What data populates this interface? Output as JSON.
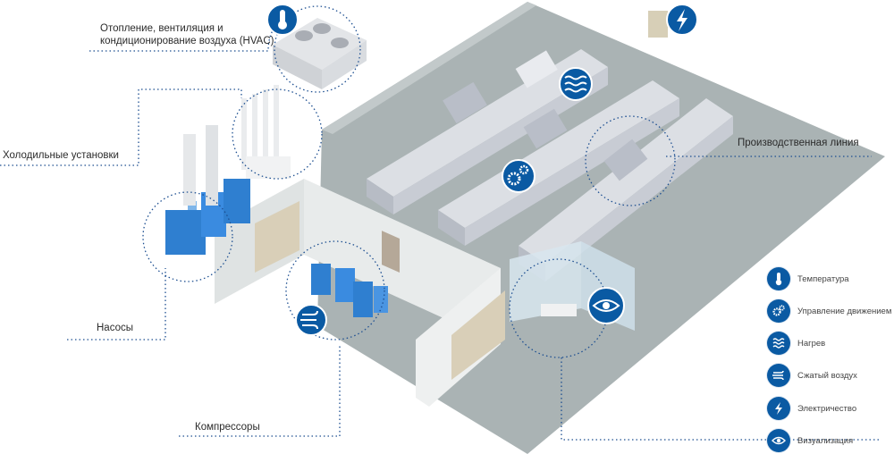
{
  "callouts": {
    "hvac": [
      "Отопление, вентиляция и",
      "кондиционирование воздуха (HVAC)"
    ],
    "chillers": "Холодильные установки",
    "production": "Производственная линия",
    "pumps": "Насосы",
    "compressors": "Компрессоры"
  },
  "legend": [
    {
      "icon": "thermometer-icon",
      "label": "Температура"
    },
    {
      "icon": "gears-icon",
      "label": "Управление движением"
    },
    {
      "icon": "heat-waves-icon",
      "label": "Нагрев"
    },
    {
      "icon": "compressed-air-icon",
      "label": "Сжатый воздух"
    },
    {
      "icon": "lightning-icon",
      "label": "Электричество"
    },
    {
      "icon": "eye-icon",
      "label": "Визуализация"
    }
  ],
  "colors": {
    "accent": "#0a5aa3",
    "floor": "#a9b3b3",
    "dotted_line": "#1d4f91"
  }
}
